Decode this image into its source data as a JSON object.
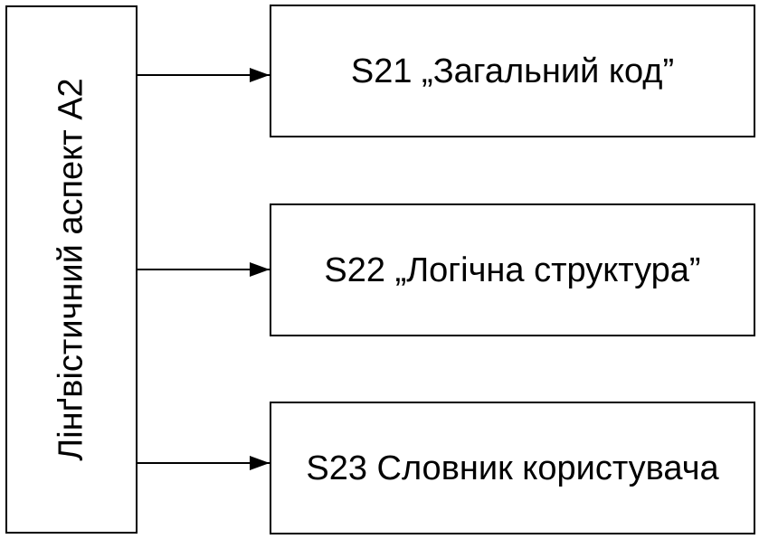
{
  "diagram": {
    "source": {
      "label": "Лінґвістичний аспект А2"
    },
    "targets": [
      {
        "label": "S21 „Загальний код”"
      },
      {
        "label": "S22 „Логічна структура”"
      },
      {
        "label": "S23 Словник користувача"
      }
    ]
  },
  "colors": {
    "stroke": "#000000",
    "background": "#ffffff"
  }
}
